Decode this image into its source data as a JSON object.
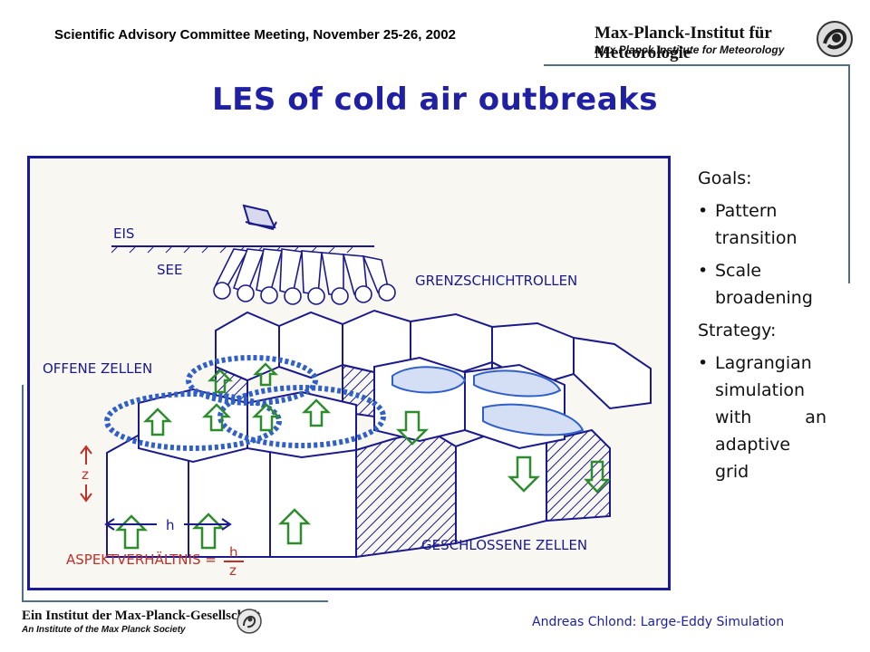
{
  "header": {
    "meeting": "Scientific Advisory Committee Meeting, November 25-26, 2002",
    "institute_name": "Max-Planck-Institut für Meteorologie",
    "institute_subtitle": "Max Planck Institute for Meteorology"
  },
  "slide": {
    "title": "LES of cold air outbreaks"
  },
  "figure": {
    "labels": {
      "ice": "EIS",
      "sea": "SEE",
      "rolls": "GRENZSCHICHTROLLEN",
      "open_cells": "OFFENE ZELLEN",
      "closed_cells": "GESCHLOSSENE ZELLEN",
      "z": "z",
      "h": "h",
      "aspect": "ASPEKTVERHÄLTNIS =",
      "ratio_num": "h",
      "ratio_den": "z"
    }
  },
  "sidebar": {
    "goals_heading": "Goals:",
    "goals": [
      "Pattern transition",
      "Scale broadening"
    ],
    "strategy_heading": "Strategy:",
    "strategy": [
      "Lagrangian simulation with an adaptive grid"
    ]
  },
  "footer": {
    "society_name": "Ein Institut der Max-Planck-Gesellschaft",
    "society_subtitle": "An Institute of the Max Planck Society",
    "author": "Andreas Chlond: Large-Eddy Simulation"
  },
  "colors": {
    "title": "#1f20a4",
    "frame": "#1a1a96",
    "rule": "#4f6f86",
    "arrow_green": "#2e8b2e",
    "cloud_blue": "#2f5fc7",
    "aspect_red": "#c0302a"
  }
}
